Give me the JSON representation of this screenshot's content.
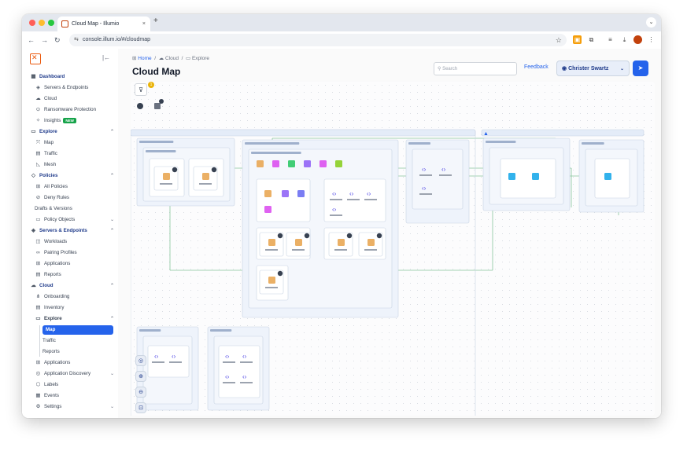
{
  "browser": {
    "tab_title": "Cloud Map - Illumio",
    "tab_close": "×",
    "new_tab": "+",
    "url": "console.illum.io/#/cloudmap",
    "dots": [
      "#ff5f57",
      "#febc2e",
      "#28c840"
    ]
  },
  "sidebar": {
    "items": [
      {
        "label": "Dashboard",
        "icon": "dashboard-icon",
        "glyph": "▦",
        "kind": "h"
      },
      {
        "label": "Servers & Endpoints",
        "icon": "server-icon",
        "glyph": "◈",
        "kind": "s"
      },
      {
        "label": "Cloud",
        "icon": "cloud-icon",
        "glyph": "☁",
        "kind": "s"
      },
      {
        "label": "Ransomware Protection",
        "icon": "shield-icon",
        "glyph": "⊙",
        "kind": "s"
      },
      {
        "label": "Insights",
        "icon": "insights-icon",
        "glyph": "✧",
        "kind": "s",
        "badge": "NEW"
      },
      {
        "label": "Explore",
        "icon": "explore-icon",
        "glyph": "▭",
        "kind": "h",
        "chevron": "⌃"
      },
      {
        "label": "Map",
        "icon": "map-icon",
        "glyph": "⤧",
        "kind": "s"
      },
      {
        "label": "Traffic",
        "icon": "traffic-icon",
        "glyph": "▤",
        "kind": "s"
      },
      {
        "label": "Mesh",
        "icon": "mesh-icon",
        "glyph": "◺",
        "kind": "s"
      },
      {
        "label": "Policies",
        "icon": "policies-icon",
        "glyph": "◇",
        "kind": "h",
        "chevron": "⌃"
      },
      {
        "label": "All Policies",
        "icon": "policy-icon",
        "glyph": "⊞",
        "kind": "s"
      },
      {
        "label": "Deny Rules",
        "icon": "deny-icon",
        "glyph": "⊘",
        "kind": "s"
      },
      {
        "label": "Drafts & Versions",
        "icon": "",
        "glyph": "",
        "kind": "s"
      },
      {
        "label": "Policy Objects",
        "icon": "objects-icon",
        "glyph": "▭",
        "kind": "s",
        "chevron": "⌄"
      },
      {
        "label": "Servers & Endpoints",
        "icon": "server-icon",
        "glyph": "◈",
        "kind": "h",
        "chevron": "⌃"
      },
      {
        "label": "Workloads",
        "icon": "workloads-icon",
        "glyph": "◫",
        "kind": "s"
      },
      {
        "label": "Pairing Profiles",
        "icon": "pairing-icon",
        "glyph": "∞",
        "kind": "s"
      },
      {
        "label": "Applications",
        "icon": "apps-icon",
        "glyph": "⊞",
        "kind": "s"
      },
      {
        "label": "Reports",
        "icon": "reports-icon",
        "glyph": "▤",
        "kind": "s"
      },
      {
        "label": "Cloud",
        "icon": "cloud-icon",
        "glyph": "☁",
        "kind": "h",
        "chevron": "⌃"
      },
      {
        "label": "Onboarding",
        "icon": "onboarding-icon",
        "glyph": "⋔",
        "kind": "s"
      },
      {
        "label": "Inventory",
        "icon": "inventory-icon",
        "glyph": "▤",
        "kind": "s"
      },
      {
        "label": "Explore",
        "icon": "explore-icon",
        "glyph": "▭",
        "kind": "s",
        "bold": true,
        "chevron": "⌃"
      },
      {
        "label": "Map",
        "icon": "",
        "glyph": "",
        "kind": "sub",
        "active": true
      },
      {
        "label": "Traffic",
        "icon": "",
        "glyph": "",
        "kind": "sub"
      },
      {
        "label": "Reports",
        "icon": "",
        "glyph": "",
        "kind": "sub"
      },
      {
        "label": "Applications",
        "icon": "apps-icon",
        "glyph": "⊞",
        "kind": "s"
      },
      {
        "label": "Application Discovery",
        "icon": "discovery-icon",
        "glyph": "◎",
        "kind": "s",
        "chevron": "⌄"
      },
      {
        "label": "Labels",
        "icon": "labels-icon",
        "glyph": "⬡",
        "kind": "s"
      },
      {
        "label": "Events",
        "icon": "events-icon",
        "glyph": "▦",
        "kind": "s"
      },
      {
        "label": "Settings",
        "icon": "settings-icon",
        "glyph": "⚙",
        "kind": "s",
        "chevron": "⌄"
      }
    ]
  },
  "header": {
    "breadcrumb": [
      "Home",
      "Cloud",
      "Explore"
    ],
    "title": "Cloud Map",
    "search_placeholder": "Search",
    "feedback": "Feedback",
    "user": "Christer Swartz"
  },
  "map": {
    "filter_count": "1",
    "colors": {
      "aws_region": "#e4ecf8",
      "vpc": "#eef3fb",
      "subnet": "#f4f7fc",
      "accent": "#2563eb",
      "link": "#86c59a"
    }
  }
}
